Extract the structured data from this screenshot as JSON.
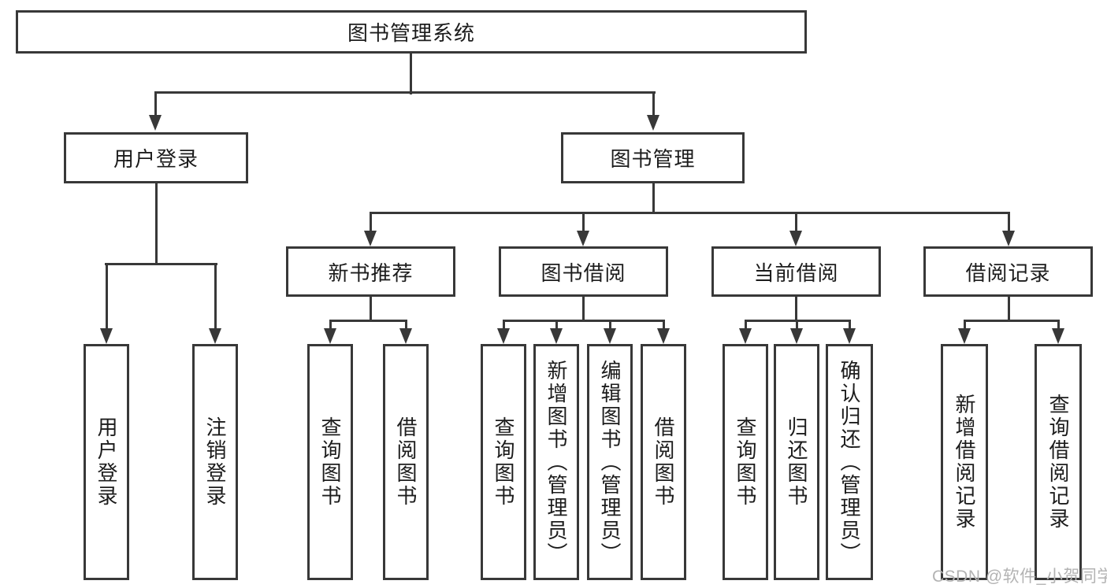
{
  "diagram": {
    "title_node": "图书管理系统",
    "root": "图书管理系统",
    "user_login": {
      "label": "用户登录",
      "children": [
        "用户登录",
        "注销登录"
      ]
    },
    "book_mgmt": {
      "label": "图书管理",
      "groups": [
        {
          "label": "新书推荐",
          "children": [
            "查询图书",
            "借阅图书"
          ]
        },
        {
          "label": "图书借阅",
          "children": [
            "查询图书",
            "新增图书（管理员）",
            "编辑图书（管理员）",
            "借阅图书"
          ]
        },
        {
          "label": "当前借阅",
          "children": [
            "查询图书",
            "归还图书",
            "确认归还（管理员）"
          ]
        },
        {
          "label": "借阅记录",
          "children": [
            "新增借阅记录",
            "查询借阅记录"
          ]
        }
      ]
    }
  },
  "watermark": {
    "text": "CSDN @软件_小贺同学"
  },
  "colors": {
    "line": "#383838",
    "text": "#1c1c1c",
    "watermark": "#b3b3b3",
    "background": "#ffffff"
  }
}
